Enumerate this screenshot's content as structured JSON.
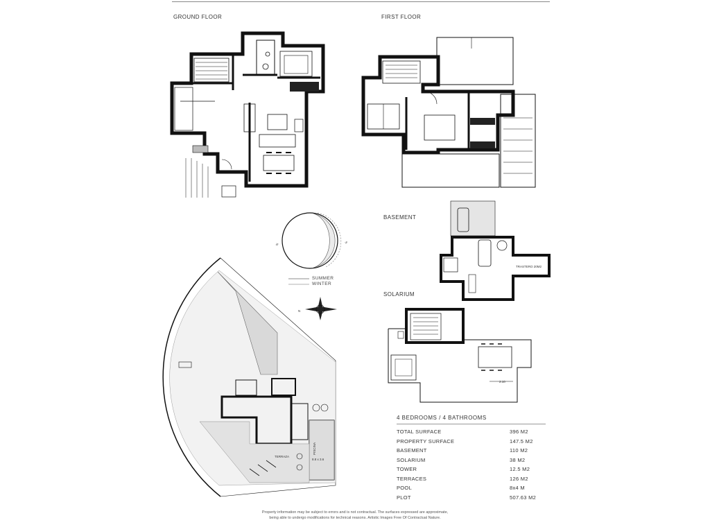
{
  "labels": {
    "ground_floor": "GROUND FLOOR",
    "first_floor": "FIRST FLOOR",
    "basement": "BASEMENT",
    "solarium": "SOLARIUM"
  },
  "sun_legend": {
    "summer": "SUMMER",
    "winter": "WINTER"
  },
  "compass": {
    "n": "N",
    "s": "S"
  },
  "plot_labels": {
    "piscina": "PISCINA",
    "pool_size": "8.8 x 3.6",
    "terraza": "TERRAZA"
  },
  "basement_labels": {
    "trastero": "TRASTERO 20M2"
  },
  "solarium_labels": {
    "dim": "2.10"
  },
  "specs": {
    "heading": "4 BEDROOMS / 4 BATHROOMS",
    "rows": [
      {
        "key": "TOTAL SURFACE",
        "value": "396 M2"
      },
      {
        "key": "PROPERTY SURFACE",
        "value": "147.5 M2"
      },
      {
        "key": "BASEMENT",
        "value": "110 M2"
      },
      {
        "key": "SOLARIUM",
        "value": "38 M2"
      },
      {
        "key": "TOWER",
        "value": "12.5 M2"
      },
      {
        "key": "TERRACES",
        "value": "126 M2"
      },
      {
        "key": "POOL",
        "value": "8x4 M"
      },
      {
        "key": "PLOT",
        "value": "507.63 M2"
      }
    ]
  },
  "disclaimer": {
    "line1": "Property information may be subject to errors and is not contractual. The surfaces expressed are approximate,",
    "line2": "being able to undergo modifications for technical reasons. Artistic Images Free Of Contractual Nature."
  }
}
